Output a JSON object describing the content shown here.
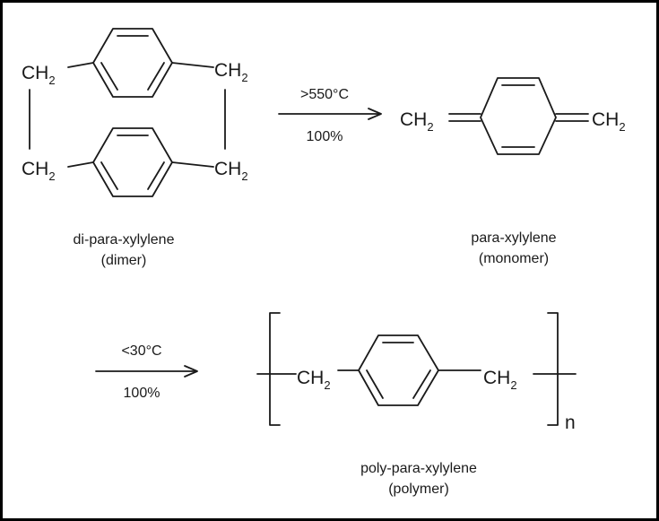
{
  "groups": {
    "ch": "CH",
    "sub": "2"
  },
  "step1": {
    "temperature": ">550°C",
    "yield": "100%"
  },
  "step2": {
    "temperature": "<30°C",
    "yield": "100%"
  },
  "dimer": {
    "name": "di-para-xylylene",
    "role": "(dimer)"
  },
  "monomer": {
    "name": "para-xylylene",
    "role": "(monomer)"
  },
  "polymer": {
    "name": "poly-para-xylylene",
    "role": "(polymer)",
    "repeat_index": "n"
  },
  "colors": {
    "ink": "#1a1a1a",
    "border": "#000000",
    "background": "#ffffff"
  }
}
